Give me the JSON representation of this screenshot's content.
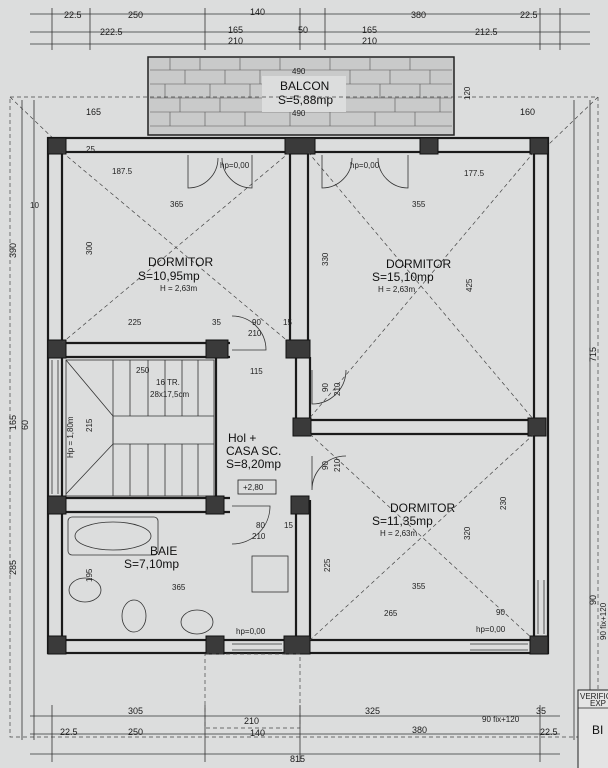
{
  "rooms": {
    "balcon": {
      "name": "BALCON",
      "area": "S=5,88mp",
      "dim_top": "490",
      "dim_bottom": "490"
    },
    "dormitor1": {
      "name": "DORMITOR",
      "area": "S=10,95mp",
      "height": "H = 2,63m"
    },
    "dormitor2": {
      "name": "DORMITOR",
      "area": "S=15,10mp",
      "height": "H = 2,63m"
    },
    "dormitor3": {
      "name": "DORMITOR",
      "area": "S=11,35mp",
      "height": "H = 2,63m"
    },
    "hol": {
      "name1": "Hol +",
      "name2": "CASA SC.",
      "area": "S=8,20mp"
    },
    "baie": {
      "name": "BAIE",
      "area": "S=7,10mp"
    }
  },
  "stairs": {
    "steps": "16 TR.",
    "size": "28x17,5cm",
    "hp": "Hp = 1,80m"
  },
  "level": "+2,80",
  "hp_labels": {
    "top_left": "hp=0,00",
    "top_right": "hp=0,00",
    "bottom_left": "hp=0,00",
    "bottom_right": "hp=0,00"
  },
  "dims_top_row1": [
    "22.5",
    "250",
    "140",
    "380",
    "22.5"
  ],
  "dims_top_row2": [
    "222.5",
    "165",
    "50",
    "165",
    "212.5"
  ],
  "dims_top_row3": [
    "210",
    "210"
  ],
  "dims_right_side": [
    "120",
    "160",
    "165"
  ],
  "dims_bottom_row1": [
    "305",
    "325",
    "35"
  ],
  "dims_bottom_row2": [
    "210",
    "90 fix+120"
  ],
  "dims_bottom_row3": [
    "22.5",
    "250",
    "140",
    "380",
    "22.5"
  ],
  "dims_bottom_total": "815",
  "dims_interior": {
    "d187": "187.5",
    "d177": "177.5",
    "d365a": "365",
    "d355a": "355",
    "d300": "300",
    "d330": "330",
    "d425": "425",
    "d225a": "225",
    "d35": "35",
    "d90a": "90",
    "d210a": "210",
    "d15a": "15",
    "d250": "250",
    "d115": "115",
    "d90b": "90",
    "d210b": "210",
    "d215": "215",
    "d225b": "225",
    "d90c": "90",
    "d210c": "210",
    "d80": "80",
    "d210d": "210",
    "d15b": "15",
    "d195": "195",
    "d365b": "365",
    "d355b": "355",
    "d265": "265",
    "d90d": "90",
    "d230": "230",
    "d320": "320",
    "d25": "25",
    "d10": "10"
  },
  "dims_left_side": [
    "390",
    "165",
    "60",
    "285"
  ],
  "dims_right_total": "715",
  "dims_right_lower": [
    "90",
    "90 fix+120"
  ],
  "stamp": {
    "line1": "VERIFIC",
    "line2": "EXP",
    "line3": "BI"
  }
}
